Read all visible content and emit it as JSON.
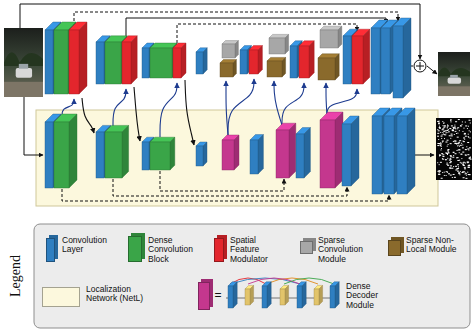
{
  "diagram": {
    "labels": [
      "Legend",
      "="
    ],
    "legend": [
      {
        "text": "Convolution Layer",
        "color": "#2f7fc1"
      },
      {
        "text": "Dense Convolution Block",
        "color": "#3aa548"
      },
      {
        "text": "Spatial Feature Modulator",
        "color": "#e3262d"
      },
      {
        "text": "Sparse Convolution Module",
        "color": "#a7a7a7"
      },
      {
        "text": "Sparse Non-Local Module",
        "color": "#8a6a2c"
      },
      {
        "text": "Localization Network (NetL)",
        "color": "#fcf8dd"
      },
      {
        "text": "Dense Decoder Module",
        "color": "#c4378e"
      }
    ]
  }
}
